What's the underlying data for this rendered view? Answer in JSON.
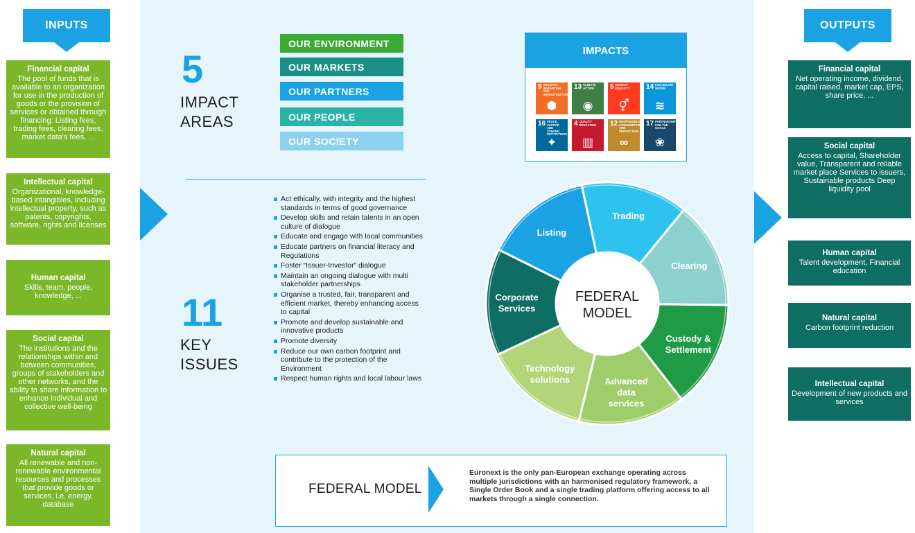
{
  "inputs": {
    "title": "INPUTS",
    "items": [
      {
        "title": "Financial capital",
        "text": "The pool of funds that is available to an organization for use in the production of goods or the provision of services or obtained through financing: Listing fees, trading fees, clearing fees, market data's fees, ..."
      },
      {
        "title": "Intellectual capital",
        "text": "Organizational, knowledge-based intangibles, including intellectual property, such as patents, copyrights, software, rights and licenses"
      },
      {
        "title": "Human capital",
        "text": "Skills, team, people, knowledge, ..."
      },
      {
        "title": "Social capital",
        "text": "The institutions and the relationships within and between communities, groups of stakeholders and other networks, and the ability to share information to enhance individual and collective well-being"
      },
      {
        "title": "Natural capital",
        "text": "All renewable and non-renewable environmental resources and processes that provide goods or services, i.e. energy, database"
      }
    ]
  },
  "outputs": {
    "title": "OUTPUTS",
    "items": [
      {
        "title": "Financial capital",
        "text": "Net operating income, dividend, capital raised, market cap, EPS, share price, ..."
      },
      {
        "title": "Social capital",
        "text": "Access to capital, Shareholder value, Transparent and reliable market place Services to issuers, Sustainable products Deep liquidity pool"
      },
      {
        "title": "Human capital",
        "text": "Talent development, Financial education"
      },
      {
        "title": "Natural capital",
        "text": "Carbon footprint reduction"
      },
      {
        "title": "Intellectual capital",
        "text": "Development of new products and services"
      }
    ]
  },
  "impact_areas": {
    "number": "5",
    "label_line1": "IMPACT",
    "label_line2": "AREAS",
    "areas": [
      "OUR ENVIRONMENT",
      "OUR MARKETS",
      "OUR PARTNERS",
      "OUR PEOPLE",
      "OUR SOCIETY"
    ],
    "colors": [
      "#3aaa35",
      "#1b8f86",
      "#1aa2e3",
      "#2ab4a8",
      "#8dd1f0"
    ]
  },
  "impacts": {
    "title": "IMPACTS",
    "goals": [
      {
        "num": "9",
        "label": "INDUSTRY, INNOVATION AND INFRASTRUCTURE",
        "color": "#f36d25",
        "icon": "cubes-icon",
        "glyph": "⬢"
      },
      {
        "num": "13",
        "label": "CLIMATE ACTION",
        "color": "#3f7e44",
        "icon": "eye-globe-icon",
        "glyph": "◉"
      },
      {
        "num": "5",
        "label": "GENDER EQUALITY",
        "color": "#ff3a21",
        "icon": "gender-icon",
        "glyph": "⚥"
      },
      {
        "num": "14",
        "label": "LIFE BELOW WATER",
        "color": "#0a97d9",
        "icon": "fish-icon",
        "glyph": "≋"
      },
      {
        "num": "16",
        "label": "PEACE, JUSTICE AND STRONG INSTITUTIONS",
        "color": "#00689d",
        "icon": "dove-icon",
        "glyph": "✦"
      },
      {
        "num": "4",
        "label": "QUALITY EDUCATION",
        "color": "#c5192d",
        "icon": "book-icon",
        "glyph": "▥"
      },
      {
        "num": "12",
        "label": "RESPONSIBLE CONSUMPTION AND PRODUCTION",
        "color": "#bf8b2e",
        "icon": "infinity-icon",
        "glyph": "∞"
      },
      {
        "num": "17",
        "label": "PARTNERSHIPS FOR THE GOALS",
        "color": "#19486a",
        "icon": "rings-icon",
        "glyph": "❀"
      }
    ]
  },
  "key_issues": {
    "number": "11",
    "label_line1": "KEY",
    "label_line2": "ISSUES",
    "items": [
      "Act ethically, with integrity and the highest standards in terms of good governance",
      "Develop skills and retain talents in an open culture of dialogue",
      "Educate and engage with local communities",
      "Educate partners on financial literacy and Regulations",
      "Foster “Issuer-Investor” dialogue",
      "Maintain an ongoing dialogue with multi stakeholder partnerships",
      "Organise a trusted, fair, transparent and efficient market, thereby enhancing access to capital",
      "Promote and develop sustainable and innovative products",
      "Promote diversity",
      "Reduce our own carbon footprint and contribute to the protection of the Environment",
      "Respect human rights and local labour laws"
    ]
  },
  "wheel": {
    "center_line1": "FEDERAL",
    "center_line2": "MODEL",
    "segments": [
      {
        "label": "Corporate Services",
        "color": "#0f6e63"
      },
      {
        "label": "Listing",
        "color": "#1aa2e3"
      },
      {
        "label": "Trading",
        "color": "#2ec3ef"
      },
      {
        "label": "Clearing",
        "color": "#8dd1cf"
      },
      {
        "label": "Custody & Settlement",
        "color": "#1f9b46"
      },
      {
        "label": "Advanced data services",
        "color": "#9fcd6b"
      },
      {
        "label": "Technology solutions",
        "color": "#b2d57a"
      }
    ]
  },
  "federal_model": {
    "title": "FEDERAL MODEL",
    "text": "Euronext is the only pan-European exchange operating across multiple jurisdictions with an harmonised regulatory framework, a Single Order Book and a single trading platform offering access to all markets through a single connection."
  }
}
